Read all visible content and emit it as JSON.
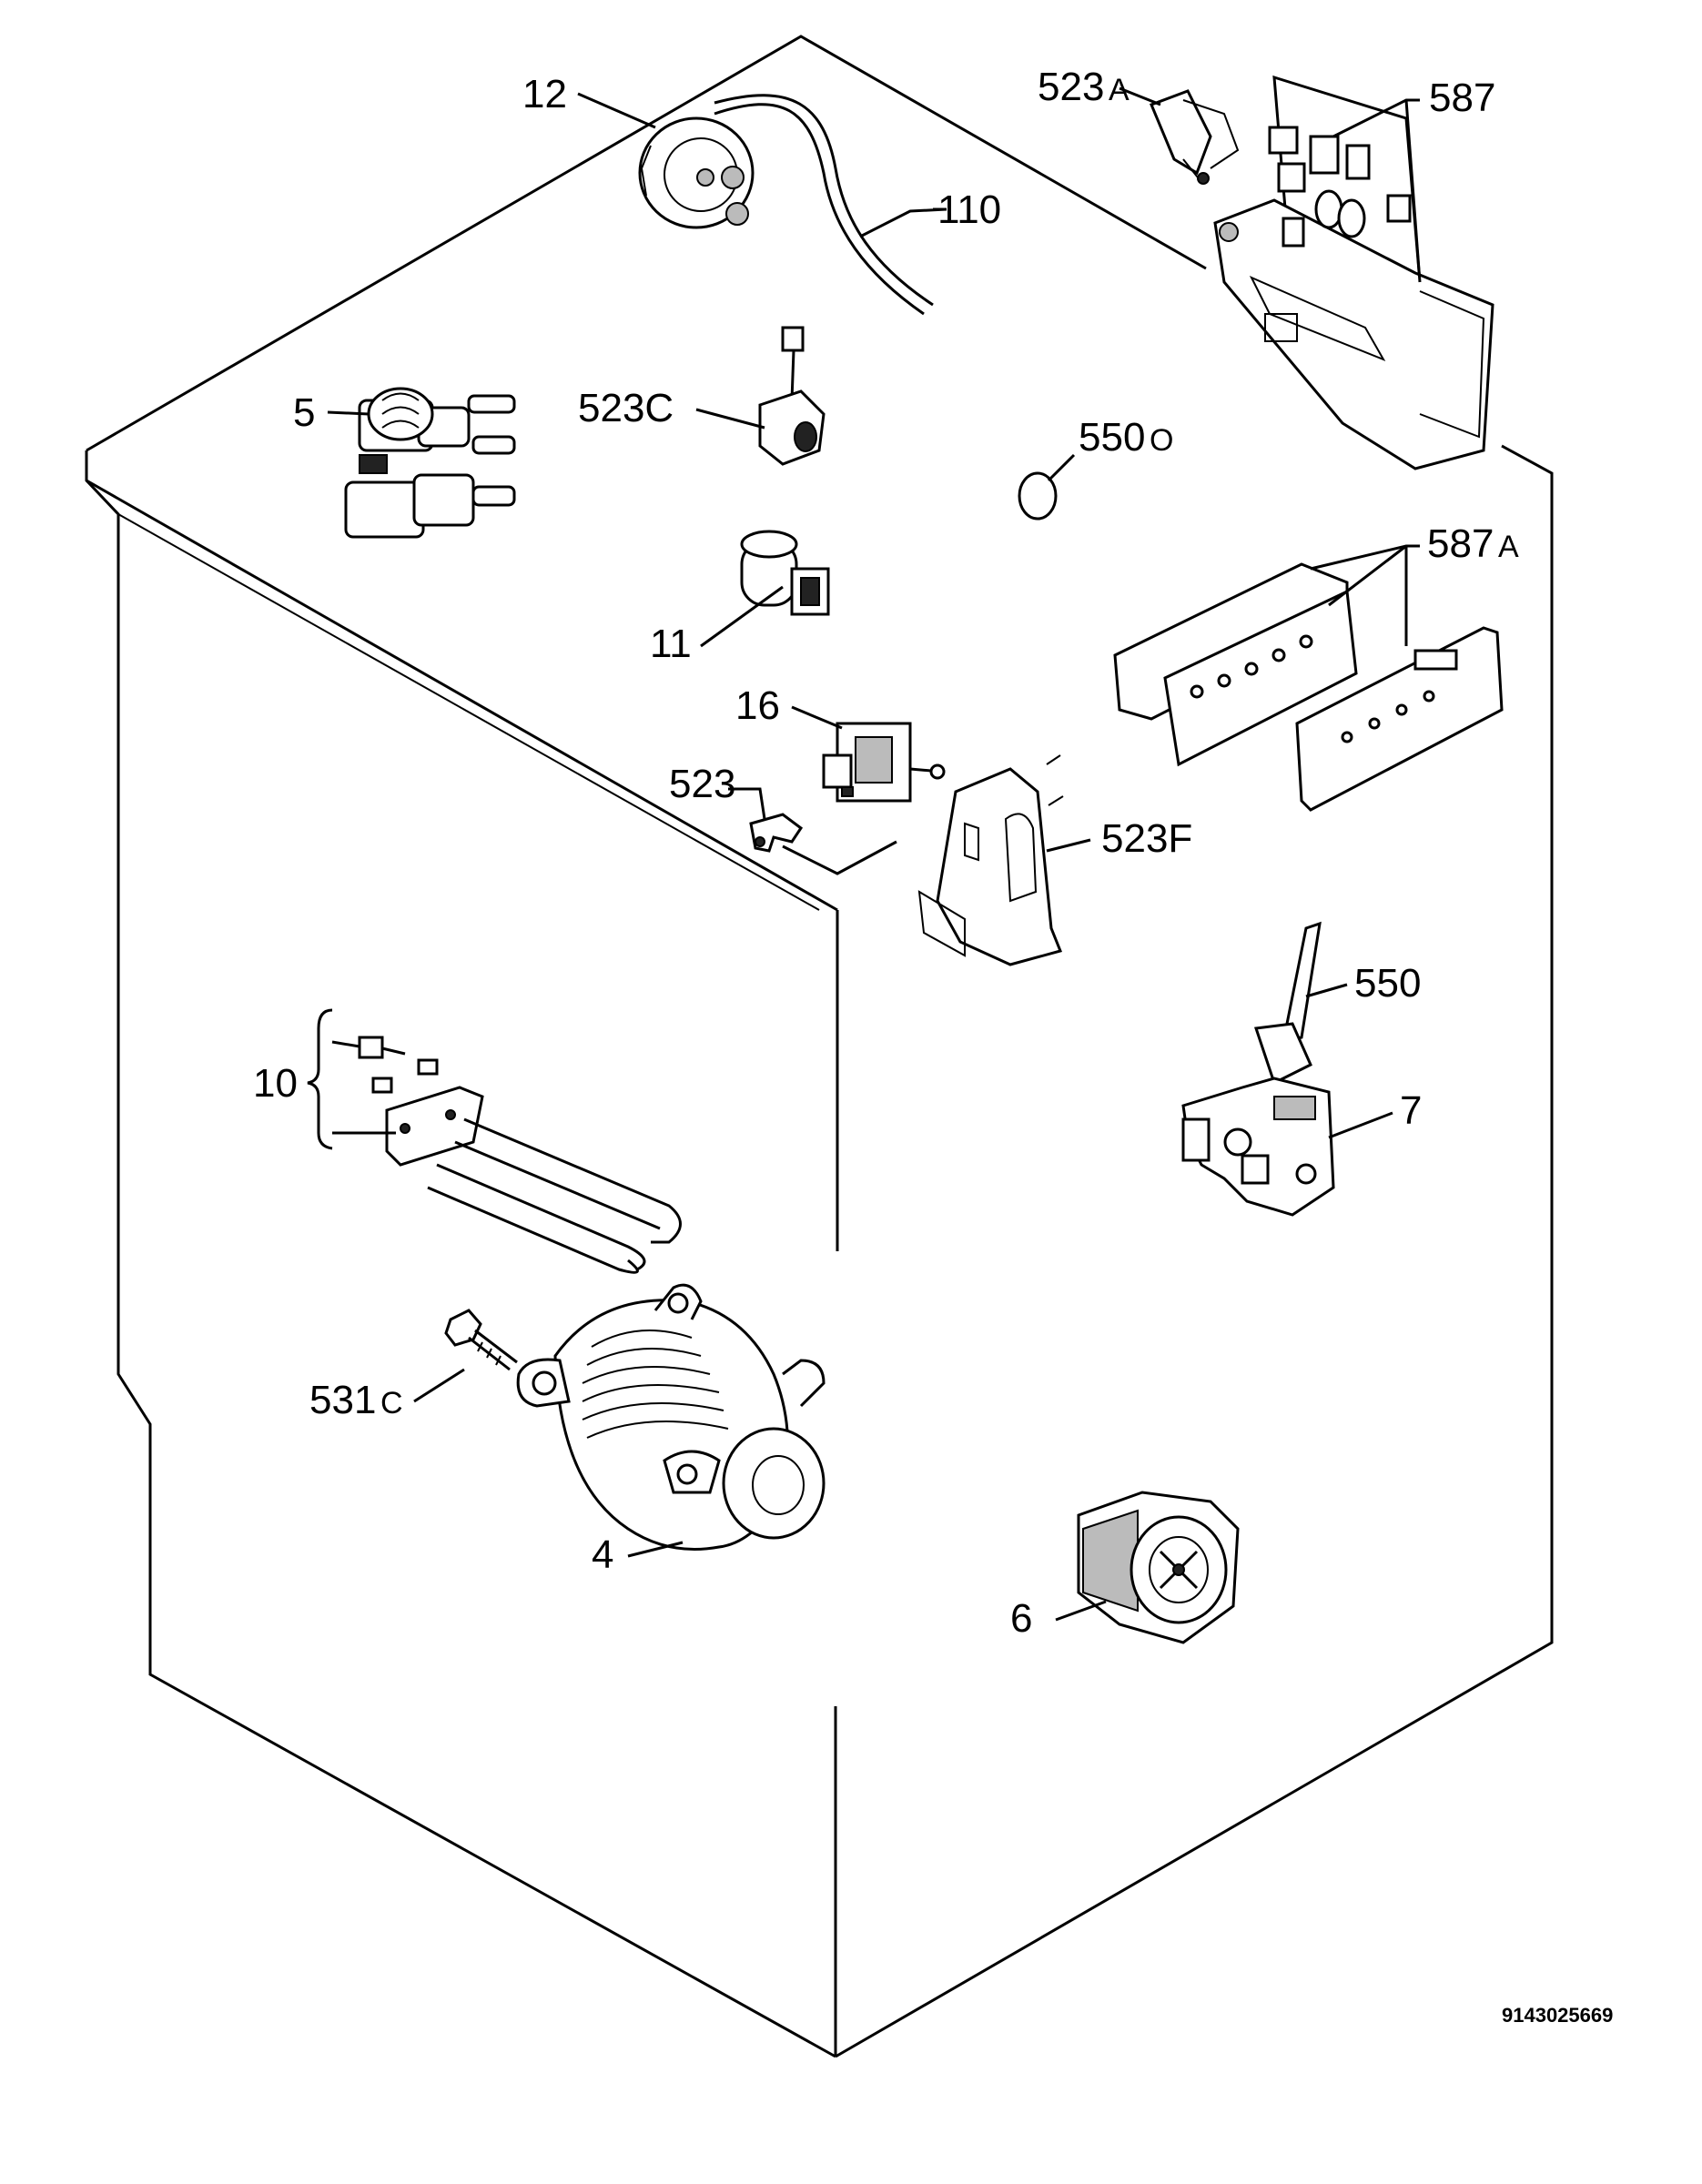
{
  "labels": {
    "l12": "12",
    "l110": "110",
    "l523a": "523",
    "l523a_suffix": "A",
    "l587": "587",
    "l5": "5",
    "l523c": "523C",
    "l550o": "550",
    "l550o_suffix": "O",
    "l587a": "587",
    "l587a_suffix": "A",
    "l11": "11",
    "l16": "16",
    "l523": "523",
    "l523f": "523F",
    "l550": "550",
    "l10": "10",
    "l7": "7",
    "l531c": "531",
    "l531c_suffix": "C",
    "l4": "4",
    "l6": "6"
  },
  "footer": {
    "drawing_code": "9143025669"
  }
}
